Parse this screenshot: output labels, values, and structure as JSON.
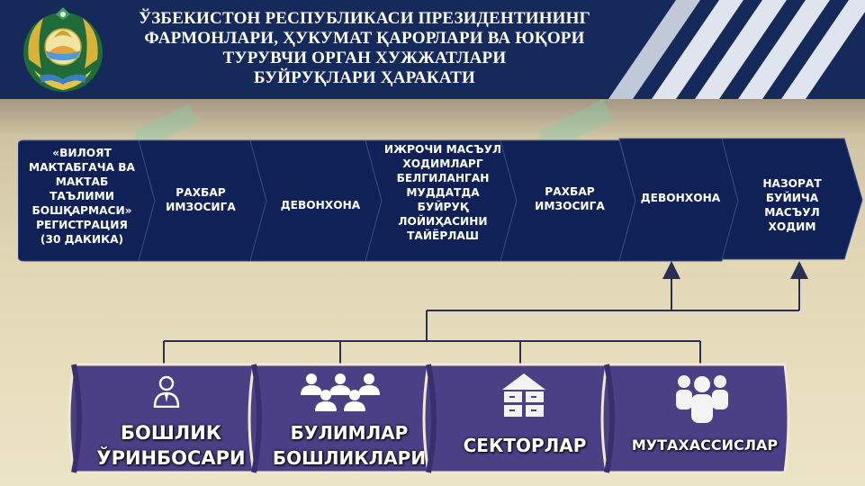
{
  "header": {
    "title_lines": [
      "ЎЗБЕКИСТОН РЕСПУБЛИКАСИ ПРЕЗИДЕНТИНИНГ",
      "ФАРМОНЛАРИ, ҲУКУМАТ ҚАРОРЛАРИ ВА ЮҚОРИ",
      "ТУРУВЧИ ОРГАН ХУЖЖАТЛАРИ",
      "БУЙРУҚЛАРИ ҲАРАКАТИ"
    ]
  },
  "flow": {
    "steps": [
      {
        "lines": [
          "«ВИЛОЯТ",
          "МАКТАБГАЧА ВА",
          "МАКТАБ",
          "ТАЪЛИМИ",
          "БОШҚАРМАСИ»",
          "РЕГИСТРАЦИЯ",
          "(30 ДАКИКА)"
        ]
      },
      {
        "lines": [
          "РАХБАР",
          "ИМЗОСИГА"
        ]
      },
      {
        "lines": [
          "ДЕВОНХОНА"
        ]
      },
      {
        "lines": [
          "ИЖРОЧИ МАСЪУЛ",
          "ХОДИМЛАРГ",
          "БЕЛГИЛАНГАН",
          "МУДДАТДА",
          "БУЙРУҚ",
          "ЛОЙИҲАСИНИ",
          "ТАЙЁРЛАШ"
        ]
      },
      {
        "lines": [
          "РАХБАР",
          "ИМЗОСИГА"
        ]
      },
      {
        "lines": [
          "ДЕВОНХОНА"
        ]
      },
      {
        "lines": [
          "НАЗОРАТ",
          "БУЙИЧА",
          "МАСЪУЛ",
          "ХОДИМ"
        ]
      }
    ]
  },
  "units": [
    {
      "lines": [
        "БОШЛИК",
        "ЎРИНБОСАРИ"
      ],
      "icon": "person-icon"
    },
    {
      "lines": [
        "БУЛИМЛАР",
        "БОШЛИКЛАРИ"
      ],
      "icon": "group-icon"
    },
    {
      "lines": [
        "СЕКТОРЛАР"
      ],
      "icon": "sectors-icon"
    },
    {
      "lines": [
        "МУТАХАССИСЛАР"
      ],
      "icon": "specialists-icon"
    }
  ],
  "colors": {
    "header_bg": "#16295b",
    "step_fill": "#0f2157",
    "unit_fill": "#4b3f86",
    "connector": "#2a2f52"
  }
}
